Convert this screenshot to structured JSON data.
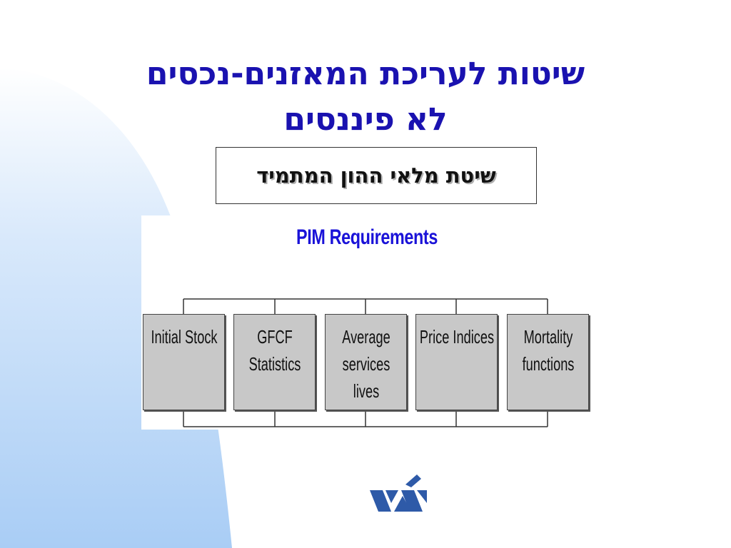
{
  "slide": {
    "title_line1": "שיטות לעריכת המאזנים-נכסים",
    "title_line2": "לא פיננסים",
    "subtitle": "שיטת מלאי ההון המתמיד"
  },
  "diagram": {
    "title": "PIM Requirements",
    "nodes": [
      {
        "label": "Initial Stock"
      },
      {
        "label": "GFCF\nStatistics"
      },
      {
        "label": "Average\nservices\nlives"
      },
      {
        "label": "Price Indices"
      },
      {
        "label": "Mortality\nfunctions"
      }
    ]
  },
  "colors": {
    "title": "#1a12b0",
    "diagram_title": "#1a12d8",
    "node_fill": "#c8c8c8",
    "background_accent": "#a9cdf5",
    "logo": "#2e5aa8"
  },
  "icons": {
    "logo": "cbs-logo-icon"
  }
}
